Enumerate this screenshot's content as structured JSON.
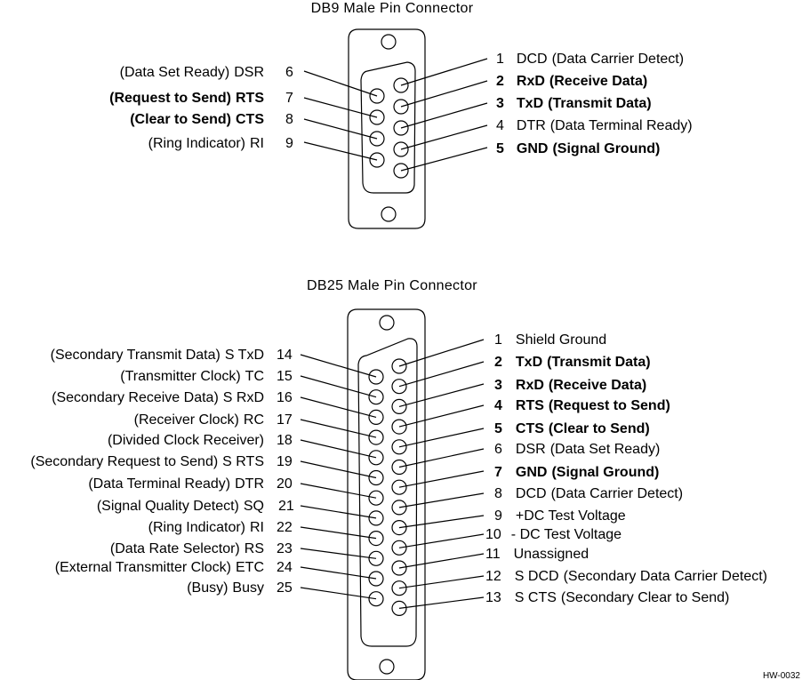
{
  "db9": {
    "title": "DB9 Male Pin Connector",
    "pins": [
      {
        "num": "1",
        "name": "DCD",
        "desc": "(Data Carrier Detect)",
        "bold": false
      },
      {
        "num": "2",
        "name": "RxD",
        "desc": "(Receive Data)",
        "bold": true
      },
      {
        "num": "3",
        "name": "TxD",
        "desc": "(Transmit Data)",
        "bold": true
      },
      {
        "num": "4",
        "name": "DTR",
        "desc": "(Data Terminal Ready)",
        "bold": false
      },
      {
        "num": "5",
        "name": "GND",
        "desc": "(Signal Ground)",
        "bold": true
      },
      {
        "num": "6",
        "name": "DSR",
        "desc": "(Data Set Ready)",
        "bold": false
      },
      {
        "num": "7",
        "name": "RTS",
        "desc": "(Request to Send)",
        "bold": true
      },
      {
        "num": "8",
        "name": "CTS",
        "desc": "(Clear to Send)",
        "bold": true
      },
      {
        "num": "9",
        "name": "RI",
        "desc": "(Ring Indicator)",
        "bold": false
      }
    ]
  },
  "db25": {
    "title": "DB25 Male Pin Connector",
    "pins": [
      {
        "num": "1",
        "name": "Shield Ground",
        "desc": "",
        "bold": false
      },
      {
        "num": "2",
        "name": "TxD",
        "desc": "(Transmit Data)",
        "bold": true
      },
      {
        "num": "3",
        "name": "RxD",
        "desc": "(Receive Data)",
        "bold": true
      },
      {
        "num": "4",
        "name": "RTS",
        "desc": "(Request to Send)",
        "bold": true
      },
      {
        "num": "5",
        "name": "CTS",
        "desc": "(Clear to Send)",
        "bold": true
      },
      {
        "num": "6",
        "name": "DSR",
        "desc": "(Data Set Ready)",
        "bold": false
      },
      {
        "num": "7",
        "name": "GND",
        "desc": "(Signal Ground)",
        "bold": true
      },
      {
        "num": "8",
        "name": "DCD",
        "desc": "(Data Carrier Detect)",
        "bold": false
      },
      {
        "num": "9",
        "name": "+DC Test Voltage",
        "desc": "",
        "bold": false
      },
      {
        "num": "10",
        "name": "- DC Test Voltage",
        "desc": "",
        "bold": false
      },
      {
        "num": "11",
        "name": "Unassigned",
        "desc": "",
        "bold": false
      },
      {
        "num": "12",
        "name": "S DCD",
        "desc": "(Secondary Data Carrier Detect)",
        "bold": false
      },
      {
        "num": "13",
        "name": "S CTS",
        "desc": "(Secondary Clear to Send)",
        "bold": false
      },
      {
        "num": "14",
        "name": "S TxD",
        "desc": "(Secondary Transmit Data)",
        "bold": false
      },
      {
        "num": "15",
        "name": "TC",
        "desc": "(Transmitter Clock)",
        "bold": false
      },
      {
        "num": "16",
        "name": "S RxD",
        "desc": "(Secondary Receive Data)",
        "bold": false
      },
      {
        "num": "17",
        "name": "RC",
        "desc": "(Receiver Clock)",
        "bold": false
      },
      {
        "num": "18",
        "name": "",
        "desc": "(Divided Clock Receiver)",
        "bold": false
      },
      {
        "num": "19",
        "name": "S RTS",
        "desc": "(Secondary Request to Send)",
        "bold": false
      },
      {
        "num": "20",
        "name": "DTR",
        "desc": "(Data Terminal Ready)",
        "bold": false
      },
      {
        "num": "21",
        "name": "SQ",
        "desc": "(Signal Quality Detect)",
        "bold": false
      },
      {
        "num": "22",
        "name": "RI",
        "desc": "(Ring Indicator)",
        "bold": false
      },
      {
        "num": "23",
        "name": "RS",
        "desc": "(Data Rate Selector)",
        "bold": false
      },
      {
        "num": "24",
        "name": "ETC",
        "desc": "(External Transmitter Clock)",
        "bold": false
      },
      {
        "num": "25",
        "name": "Busy",
        "desc": "(Busy)",
        "bold": false
      }
    ]
  },
  "figure_ref": "HW-0032"
}
